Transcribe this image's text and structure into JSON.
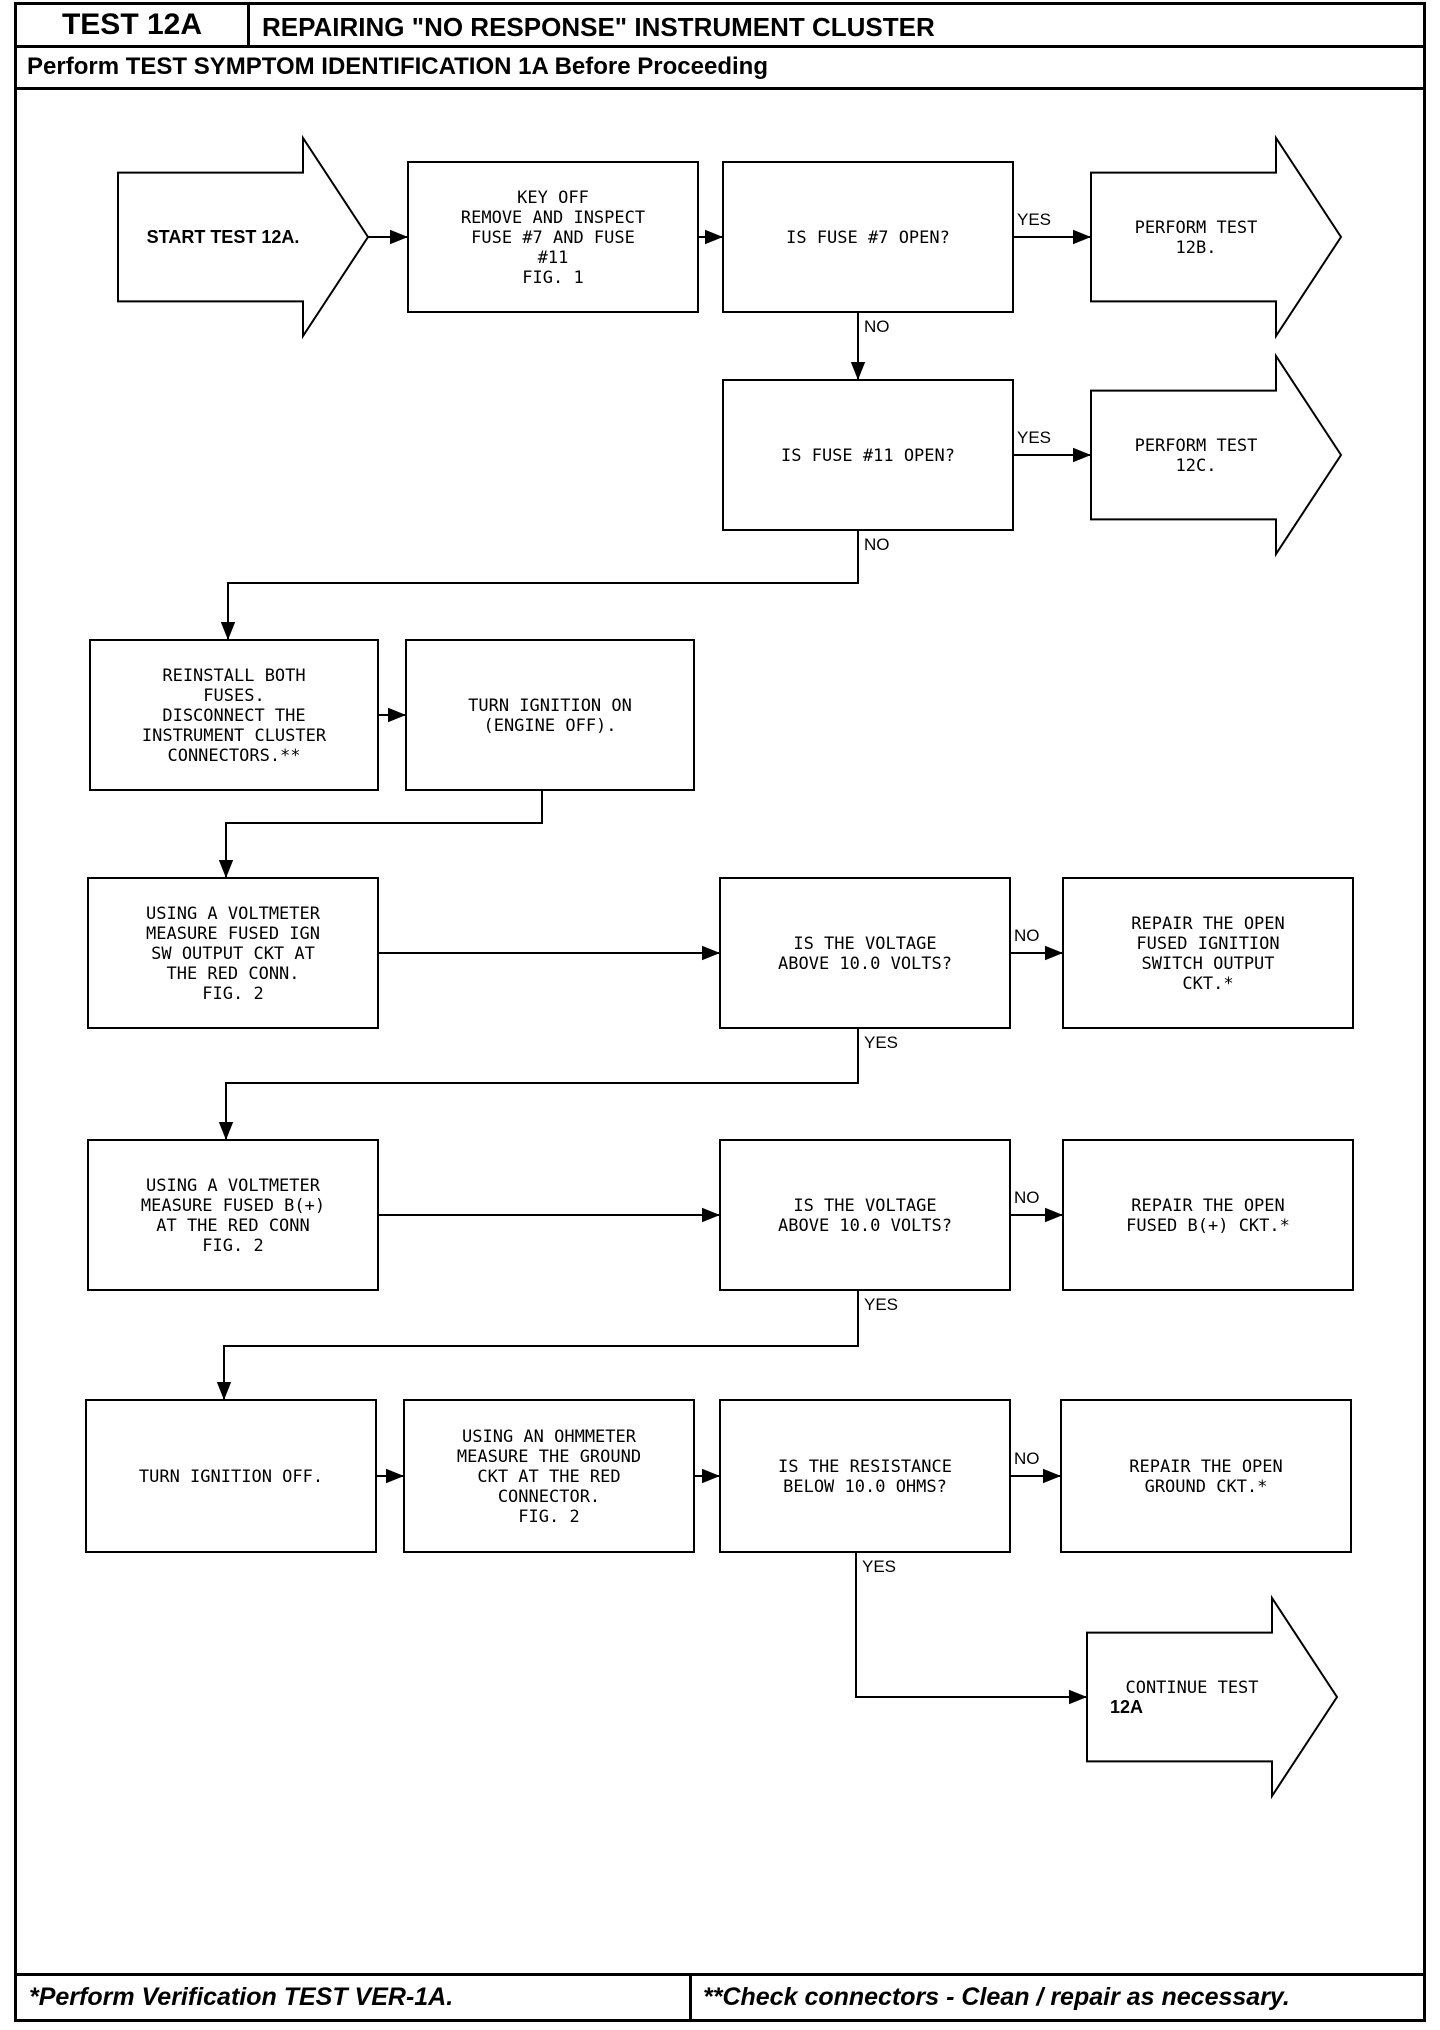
{
  "header": {
    "test_id": "TEST 12A",
    "title": "REPAIRING \"NO RESPONSE\" INSTRUMENT CLUSTER",
    "subtitle": "Perform TEST SYMPTOM IDENTIFICATION 1A Before Proceeding"
  },
  "footer": {
    "left": "*Perform Verification TEST VER-1A.",
    "right": "**Check connectors - Clean / repair as necessary."
  },
  "nodes": {
    "start": {
      "kind": "arrow",
      "bold": true,
      "lines": [
        "START TEST 12A."
      ]
    },
    "remove_fuses": {
      "kind": "box",
      "lines": [
        "KEY OFF",
        "REMOVE AND INSPECT",
        "FUSE #7 AND FUSE",
        "#11",
        "FIG. 1"
      ]
    },
    "fuse7": {
      "kind": "box",
      "lines": [
        "IS FUSE #7 OPEN?"
      ]
    },
    "test12b": {
      "kind": "arrow",
      "lines": [
        "PERFORM TEST",
        "12B."
      ]
    },
    "fuse11": {
      "kind": "box",
      "lines": [
        "IS FUSE #11 OPEN?"
      ]
    },
    "test12c": {
      "kind": "arrow",
      "lines": [
        "PERFORM TEST",
        "12C."
      ]
    },
    "reinstall": {
      "kind": "box",
      "lines": [
        "REINSTALL BOTH",
        "FUSES.",
        "DISCONNECT THE",
        "INSTRUMENT CLUSTER",
        "CONNECTORS.**"
      ]
    },
    "ign_on": {
      "kind": "box",
      "lines": [
        "TURN IGNITION ON",
        "(ENGINE OFF)."
      ]
    },
    "measure_ign": {
      "kind": "box",
      "lines": [
        "USING A VOLTMETER",
        "MEASURE FUSED IGN",
        "SW OUTPUT CKT AT",
        "THE RED CONN.",
        "FIG. 2"
      ]
    },
    "volt1": {
      "kind": "box",
      "lines": [
        "IS THE VOLTAGE",
        "ABOVE 10.0 VOLTS?"
      ]
    },
    "repair_ign": {
      "kind": "box",
      "lines": [
        "REPAIR THE OPEN",
        "FUSED IGNITION",
        "SWITCH OUTPUT",
        "CKT.*"
      ]
    },
    "measure_b": {
      "kind": "box",
      "lines": [
        "USING A VOLTMETER",
        "MEASURE FUSED B(+)",
        "AT THE RED CONN",
        "FIG. 2"
      ]
    },
    "volt2": {
      "kind": "box",
      "lines": [
        "IS THE VOLTAGE",
        "ABOVE 10.0 VOLTS?"
      ]
    },
    "repair_b": {
      "kind": "box",
      "lines": [
        "REPAIR THE OPEN",
        "FUSED B(+) CKT.*"
      ]
    },
    "ign_off": {
      "kind": "box",
      "lines": [
        "TURN IGNITION OFF."
      ]
    },
    "measure_gnd": {
      "kind": "box",
      "lines": [
        "USING AN OHMMETER",
        "MEASURE THE GROUND",
        "CKT AT THE RED",
        "CONNECTOR.",
        "FIG. 2"
      ]
    },
    "resist": {
      "kind": "box",
      "lines": [
        "IS THE RESISTANCE",
        "BELOW 10.0 OHMS?"
      ]
    },
    "repair_gnd": {
      "kind": "box",
      "lines": [
        "REPAIR THE OPEN",
        "GROUND CKT.*"
      ]
    },
    "continue": {
      "kind": "arrow",
      "lines": [
        "CONTINUE TEST",
        "12A"
      ],
      "bold_line": 1
    }
  },
  "edges": [
    {
      "from": "start",
      "to": "remove_fuses",
      "label": ""
    },
    {
      "from": "remove_fuses",
      "to": "fuse7",
      "label": ""
    },
    {
      "from": "fuse7",
      "to": "test12b",
      "label": "YES"
    },
    {
      "from": "fuse7",
      "to": "fuse11",
      "label": "NO"
    },
    {
      "from": "fuse11",
      "to": "test12c",
      "label": "YES"
    },
    {
      "from": "fuse11",
      "to": "reinstall",
      "label": "NO"
    },
    {
      "from": "reinstall",
      "to": "ign_on",
      "label": ""
    },
    {
      "from": "ign_on",
      "to": "measure_ign",
      "label": ""
    },
    {
      "from": "measure_ign",
      "to": "volt1",
      "label": ""
    },
    {
      "from": "volt1",
      "to": "repair_ign",
      "label": "NO"
    },
    {
      "from": "volt1",
      "to": "measure_b",
      "label": "YES"
    },
    {
      "from": "measure_b",
      "to": "volt2",
      "label": ""
    },
    {
      "from": "volt2",
      "to": "repair_b",
      "label": "NO"
    },
    {
      "from": "volt2",
      "to": "ign_off",
      "label": "YES"
    },
    {
      "from": "ign_off",
      "to": "measure_gnd",
      "label": ""
    },
    {
      "from": "measure_gnd",
      "to": "resist",
      "label": ""
    },
    {
      "from": "resist",
      "to": "repair_gnd",
      "label": "NO"
    },
    {
      "from": "resist",
      "to": "continue",
      "label": "YES"
    }
  ]
}
